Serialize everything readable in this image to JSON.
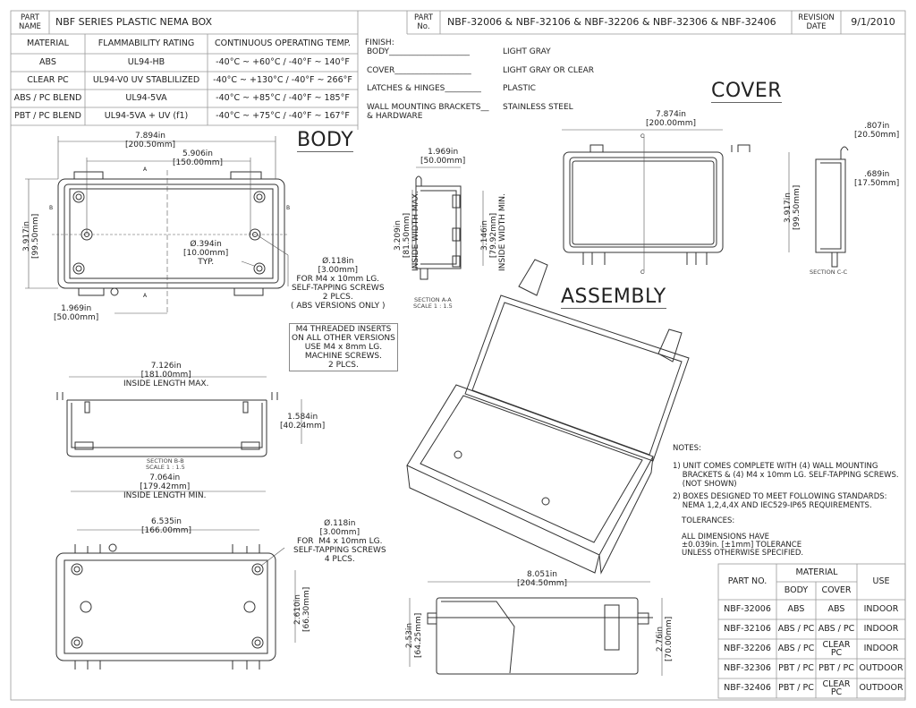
{
  "header": {
    "part_name_label": "PART\nNAME",
    "part_name": "NBF SERIES PLASTIC NEMA BOX",
    "part_no_label": "PART\nNo.",
    "part_no": "NBF-32006 & NBF-32106 & NBF-32206 & NBF-32306 & NBF-32406",
    "revision_label": "REVISION\nDATE",
    "revision_date": "9/1/2010"
  },
  "materials_table": {
    "headers": [
      "MATERIAL",
      "FLAMMABILITY RATING",
      "CONTINUOUS OPERATING TEMP."
    ],
    "rows": [
      [
        "ABS",
        "UL94-HB",
        "-40°C ~ +60°C / -40°F ~ 140°F"
      ],
      [
        "CLEAR PC",
        "UL94-V0  UV STABLILIZED",
        "-40°C ~ +130°C / -40°F ~ 266°F"
      ],
      [
        "ABS / PC BLEND",
        "UL94-5VA",
        "-40°C ~ +85°C / -40°F ~ 185°F"
      ],
      [
        "PBT / PC BLEND",
        "UL94-5VA + UV (f1)",
        "-40°C ~ +75°C / -40°F ~ 167°F"
      ]
    ]
  },
  "finish": {
    "title": "FINISH:",
    "items": [
      {
        "label": "BODY____________________",
        "value": "LIGHT GRAY"
      },
      {
        "label": "COVER___________________",
        "value": "LIGHT GRAY OR CLEAR"
      },
      {
        "label": "LATCHES & HINGES_________",
        "value": "PLASTIC"
      },
      {
        "label": "WALL MOUNTING BRACKETS__\n& HARDWARE",
        "value": "STAINLESS STEEL"
      }
    ]
  },
  "views": {
    "body": "BODY",
    "cover": "COVER",
    "assembly": "ASSEMBLY"
  },
  "dims": {
    "body_len": "7.894in\n[200.50mm]",
    "body_holes": "5.906in\n[150.00mm]",
    "body_width": "3.917in\n[99.50mm]",
    "body_offset": "1.969in\n[50.00mm]",
    "boss_dia": "Ø.394in\n[10.00mm]\nTYP.",
    "screw_note": "Ø.118in\n[3.00mm]\nFOR M4 x 10mm LG.\nSELF-TAPPING SCREWS\n2 PLCS.\n( ABS VERSIONS ONLY )",
    "insert_note": "M4 THREADED INSERTS\nON ALL OTHER VERSIONS\nUSE M4 x 8mm LG.\nMACHINE SCREWS.\n2 PLCS.",
    "aa_width": "1.969in\n[50.00mm]",
    "aa_in_max": "3.209in\n[81.50mm]\nINSIDE WIDTH MAX.",
    "aa_in_min": "3.146in\n[79.92mm]\nINSIDE WIDTH MIN.",
    "section_aa": "SECTION A-A\nSCALE 1 : 1.5",
    "cover_len": "7.874in\n[200.00mm]",
    "cover_width": "3.917in\n[99.50mm]",
    "cc_depth": ".807in\n[20.50mm]",
    "cc_inner": ".689in\n[17.50mm]",
    "section_cc": "SECTION C-C",
    "bb_len_max": "7.126in\n[181.00mm]\nINSIDE LENGTH MAX.",
    "bb_depth": "1.584in\n[40.24mm]",
    "section_bb": "SECTION B-B\nSCALE 1 : 1.5",
    "bb_len_min": "7.064in\n[179.42mm]\nINSIDE LENGTH MIN.",
    "bottom_len": "6.535in\n[166.00mm]",
    "bottom_screw": "Ø.118in\n[3.00mm]\nFOR  M4 x 10mm LG.\nSELF-TAPPING SCREWS\n4 PLCS.",
    "bottom_width": "2.610in\n[66.30mm]",
    "side_len": "8.051in\n[204.50mm]",
    "side_h1": "2.53in\n[64.25mm]",
    "side_h2": "2.76in\n[70.00mm]",
    "label_a": "A",
    "label_b": "B",
    "label_c": "C"
  },
  "notes": {
    "title": "NOTES:",
    "note1": "1) UNIT COMES COMPLETE WITH (4) WALL MOUNTING\n    BRACKETS & (4) M4 x 10mm LG. SELF-TAPPING SCREWS.\n    (NOT SHOWN)",
    "note2": "2) BOXES DESIGNED TO MEET FOLLOWING STANDARDS:\n    NEMA 1,2,4,4X AND IEC529-IP65 REQUIREMENTS.",
    "tol_title": "TOLERANCES:",
    "tol": "ALL DIMENSIONS HAVE\n±0.039in. [±1mm] TOLERANCE\nUNLESS OTHERWISE SPECIFIED."
  },
  "parts_table": {
    "part_no": "PART NO.",
    "material": "MATERIAL",
    "body": "BODY",
    "cover": "COVER",
    "use": "USE",
    "rows": [
      [
        "NBF-32006",
        "ABS",
        "ABS",
        "INDOOR"
      ],
      [
        "NBF-32106",
        "ABS / PC",
        "ABS / PC",
        "INDOOR"
      ],
      [
        "NBF-32206",
        "ABS / PC",
        "CLEAR\nPC",
        "INDOOR"
      ],
      [
        "NBF-32306",
        "PBT / PC",
        "PBT / PC",
        "OUTDOOR"
      ],
      [
        "NBF-32406",
        "PBT / PC",
        "CLEAR\nPC",
        "OUTDOOR"
      ]
    ]
  }
}
